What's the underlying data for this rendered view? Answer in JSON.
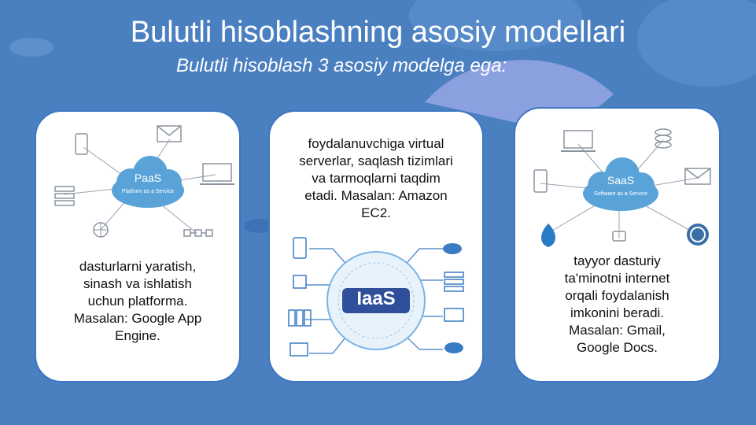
{
  "slide": {
    "title": "Bulutli hisoblashning asosiy modellari",
    "subtitle": "Bulutli hisoblash 3 asosiy modelga ega:"
  },
  "cards": {
    "paas": {
      "cloud_title": "PaaS",
      "cloud_subtitle": "Platform as a Service",
      "text_lines": [
        "dasturlarni yaratish,",
        "sinash va ishlatish",
        "uchun platforma.",
        "Masalan: Google App",
        "Engine."
      ]
    },
    "iaas": {
      "badge": "IaaS",
      "text_lines": [
        "foydalanuvchiga virtual",
        "serverlar, saqlash tizimlari",
        "va tarmoqlarni taqdim",
        "etadi. Masalan: Amazon",
        "EC2."
      ]
    },
    "saas": {
      "cloud_title": "SaaS",
      "cloud_subtitle": "Software as a Service",
      "text_lines": [
        "tayyor dasturiy",
        "ta'minotni internet",
        "orqali foydalanish",
        "imkonini beradi.",
        "Masalan: Gmail,",
        "Google Docs."
      ]
    }
  },
  "colors": {
    "background": "#4a7fc0",
    "accent": "#5aa3d8",
    "iaas_badge": "#2f4f9a"
  }
}
